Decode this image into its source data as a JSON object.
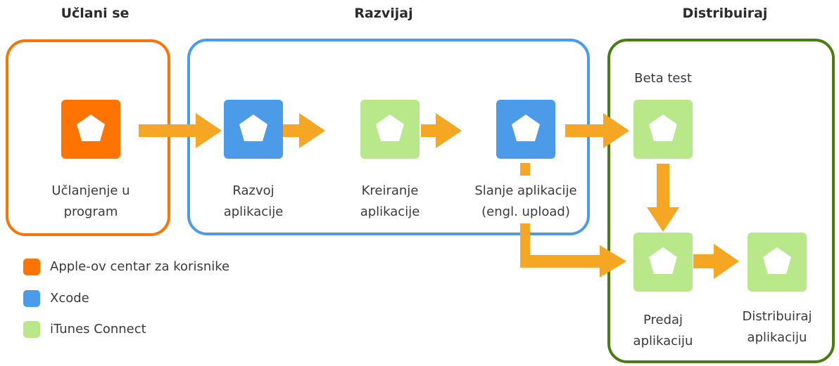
{
  "headings": {
    "join": "Učlani se",
    "develop": "Razvijaj",
    "distribute": "Distribuiraj"
  },
  "steps": {
    "membership": [
      "Učlanjenje u",
      "program"
    ],
    "app_development": [
      "Razvoj",
      "aplikacije"
    ],
    "app_creation": [
      "Kreiranje",
      "aplikacije"
    ],
    "app_upload": [
      "Slanje aplikacije",
      "(engl. upload)"
    ],
    "beta_test": "Beta test",
    "submit_app": [
      "Predaj",
      "aplikaciju"
    ],
    "distribute_app": [
      "Distribuiraj",
      "aplikaciju"
    ]
  },
  "legend": [
    {
      "label": "Apple-ov centar za korisnike",
      "color": "#ff7300"
    },
    {
      "label": "Xcode",
      "color": "#4b9be8"
    },
    {
      "label": "iTunes Connect",
      "color": "#b9e88a"
    }
  ],
  "colors": {
    "orange": "#ff7300",
    "blue": "#4b9be8",
    "green_tile": "#b9e88a",
    "green_border": "#4a7c12",
    "arrow": "#f5a623"
  },
  "icon": "pentagon-icon"
}
